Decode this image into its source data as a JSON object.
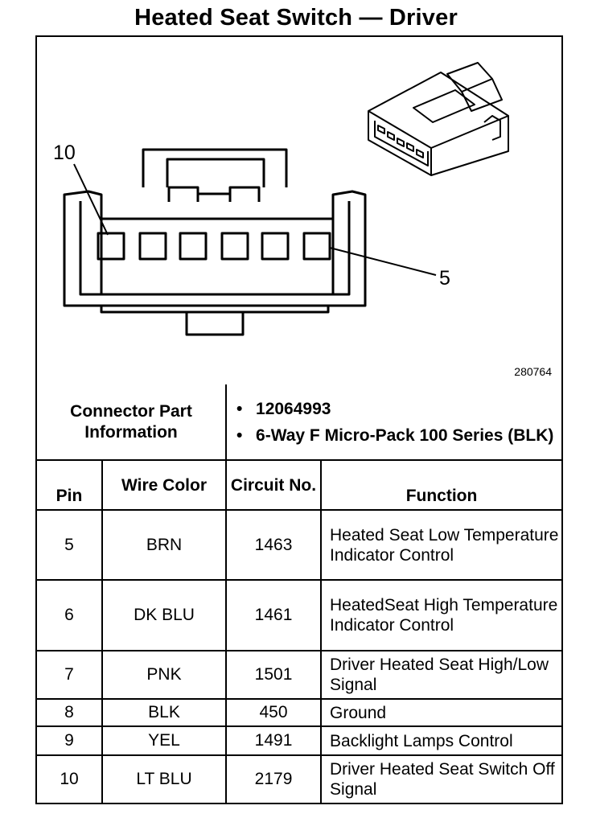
{
  "title": "Heated Seat Switch — Driver",
  "figure": {
    "number": "280764",
    "callout_left": "10",
    "callout_right": "5"
  },
  "connector_info": {
    "label": "Connector Part Information",
    "items": [
      "12064993",
      "6-Way F Micro-Pack 100 Series (BLK)"
    ]
  },
  "headers": {
    "pin": "Pin",
    "wire_color": "Wire Color",
    "circuit_no": "Circuit No.",
    "function": "Function"
  },
  "rows": [
    {
      "pin": "5",
      "wire": "BRN",
      "circuit": "1463",
      "function": "Heated Seat Low Temperature Indicator Control"
    },
    {
      "pin": "6",
      "wire": "DK BLU",
      "circuit": "1461",
      "function": "HeatedSeat High Temperature Indicator Control"
    },
    {
      "pin": "7",
      "wire": "PNK",
      "circuit": "1501",
      "function": "Driver Heated Seat High/Low Signal"
    },
    {
      "pin": "8",
      "wire": "BLK",
      "circuit": "450",
      "function": "Ground"
    },
    {
      "pin": "9",
      "wire": "YEL",
      "circuit": "1491",
      "function": "Backlight Lamps Control"
    },
    {
      "pin": "10",
      "wire": "LT BLU",
      "circuit": "2179",
      "function": "Driver Heated Seat Switch Off Signal"
    }
  ]
}
